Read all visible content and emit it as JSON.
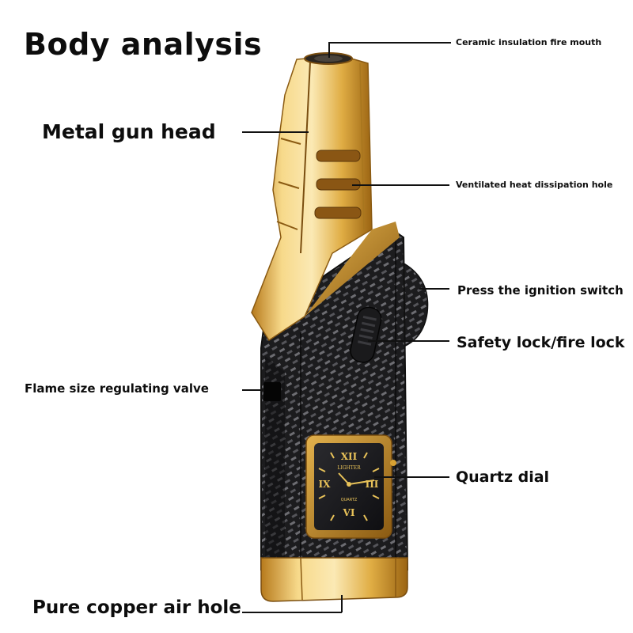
{
  "title": "Body analysis",
  "callouts": {
    "ceramic_mouth": "Ceramic insulation fire mouth",
    "gun_head": "Metal gun head",
    "vent_holes": "Ventilated heat dissipation hole",
    "ignition": "Press the ignition switch",
    "safety_lock": "Safety lock/fire lock",
    "flame_valve": "Flame size regulating valve",
    "quartz_dial": "Quartz dial",
    "air_hole": "Pure copper air hole"
  },
  "dial": {
    "brand": "LIGHTER",
    "type": "QUARTZ",
    "numerals": {
      "top": "XII",
      "right": "III",
      "bottom": "VI",
      "left": "IX"
    }
  },
  "colors": {
    "gold_light": "#f7d98a",
    "gold_mid": "#d9a233",
    "gold_dark": "#8a5a12",
    "carbon_dark": "#1c1c1e",
    "carbon_light": "#6d6d72"
  }
}
